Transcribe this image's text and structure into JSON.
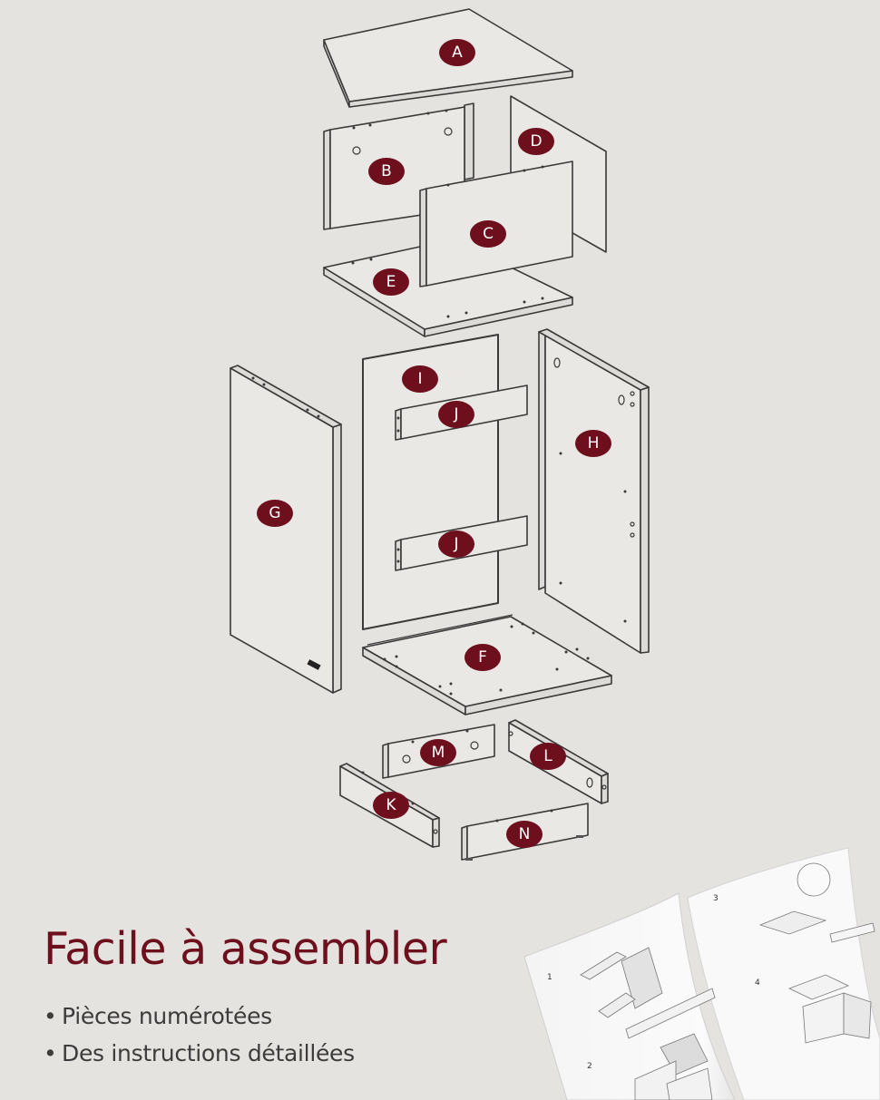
{
  "headline": "Facile à assembler",
  "features": [
    "Pièces numérotées",
    "Des instructions détaillées"
  ],
  "bullet_glyph": "•",
  "colors": {
    "background": "#e4e3df",
    "accent": "#6e0f1e",
    "text": "#3c3c3c",
    "line": "#3a3a3a"
  },
  "parts": [
    {
      "label": "A",
      "name": "top-panel"
    },
    {
      "label": "B",
      "name": "back-drawer-panel"
    },
    {
      "label": "C",
      "name": "front-drawer-panel"
    },
    {
      "label": "D",
      "name": "drawer-side-panel"
    },
    {
      "label": "E",
      "name": "drawer-bottom-panel"
    },
    {
      "label": "F",
      "name": "bottom-panel"
    },
    {
      "label": "G",
      "name": "left-side-panel"
    },
    {
      "label": "H",
      "name": "right-side-panel"
    },
    {
      "label": "I",
      "name": "back-panel"
    },
    {
      "label": "J",
      "name": "crossbar-upper"
    },
    {
      "label": "J",
      "name": "crossbar-lower"
    },
    {
      "label": "K",
      "name": "base-rail-left-front"
    },
    {
      "label": "L",
      "name": "base-rail-right"
    },
    {
      "label": "M",
      "name": "base-rail-back"
    },
    {
      "label": "N",
      "name": "base-rail-front"
    }
  ],
  "manual": {
    "step_numbers": [
      "1",
      "2",
      "3",
      "4"
    ]
  }
}
